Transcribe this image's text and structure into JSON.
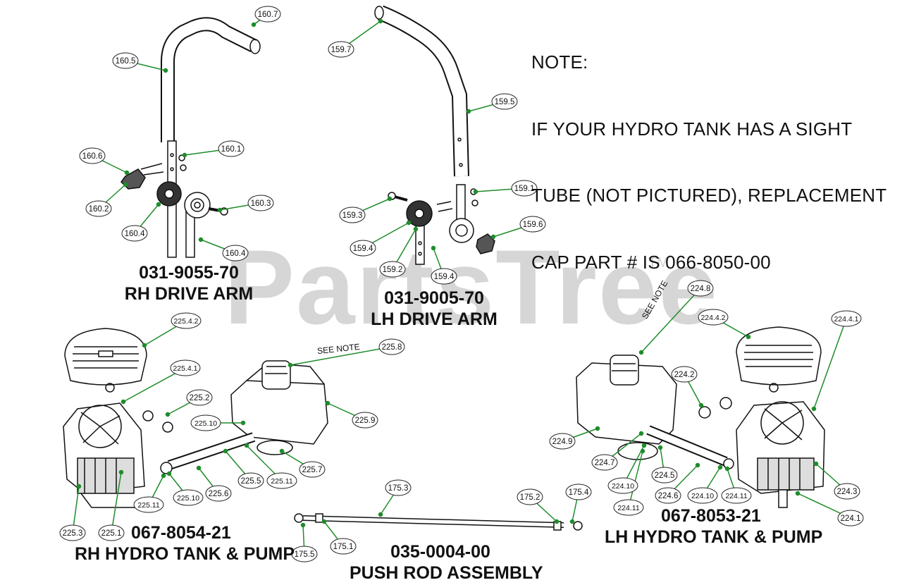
{
  "note": {
    "lines": [
      "NOTE:",
      "IF YOUR HYDRO TANK HAS A SIGHT",
      "TUBE (NOT PICTURED), REPLACEMENT",
      "CAP PART # IS 066-8050-00"
    ]
  },
  "watermark": {
    "text": "PartsTree",
    "trademark": "TM"
  },
  "assemblies": {
    "rh_drive_arm": {
      "part": "031-9055-70",
      "name": "RH DRIVE ARM"
    },
    "lh_drive_arm": {
      "part": "031-9005-70",
      "name": "LH DRIVE ARM"
    },
    "rh_hydro": {
      "part": "067-8054-21",
      "name": "RH HYDRO TANK & PUMP"
    },
    "lh_hydro": {
      "part": "067-8053-21",
      "name": "LH HYDRO TANK & PUMP"
    },
    "push_rod": {
      "part": "035-0004-00",
      "name": "PUSH ROD ASSEMBLY"
    }
  },
  "see_note": "SEE NOTE",
  "callouts": [
    "160.7",
    "160.5",
    "160.1",
    "160.6",
    "160.2",
    "160.3",
    "160.4",
    "160.4",
    "159.7",
    "159.5",
    "159.1",
    "159.3",
    "159.6",
    "159.4",
    "159.2",
    "159.4",
    "225.4.2",
    "225.4.1",
    "225.8",
    "225.2",
    "225.10",
    "225.9",
    "225.7",
    "225.11",
    "225.5",
    "225.6",
    "225.10",
    "225.11",
    "225.3",
    "225.1",
    "224.8",
    "224.4.2",
    "224.4.1",
    "224.2",
    "224.9",
    "224.7",
    "224.10",
    "224.5",
    "224.6",
    "224.10",
    "224.11",
    "224.11",
    "224.3",
    "224.1",
    "175.3",
    "175.2",
    "175.4",
    "175.5",
    "175.1"
  ],
  "colors": {
    "leader": "#1e8c2a",
    "line": "#111111",
    "watermark": "#d6d6d6"
  }
}
